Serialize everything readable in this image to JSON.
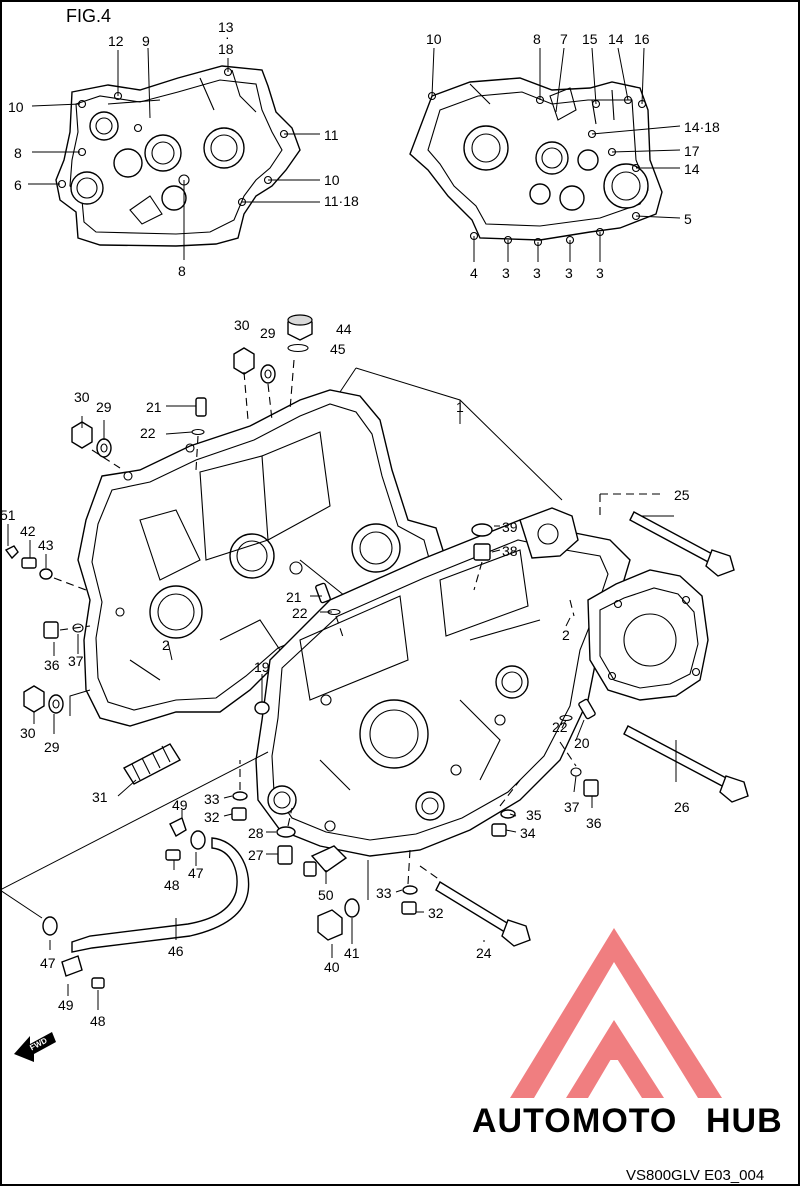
{
  "figure": {
    "label": "FIG.4",
    "code": "VS800GLV E03_004",
    "fwd_label": "FWD"
  },
  "watermark": {
    "part1": "AUTO",
    "part2": "MOTO",
    "part3": "HUB"
  },
  "callouts": {
    "c1": "1",
    "c2a": "2",
    "c2b": "2",
    "c3a": "3",
    "c3b": "3",
    "c3c": "3",
    "c3d": "3",
    "c4": "4",
    "c5": "5",
    "c6": "6",
    "c7": "7",
    "c8a": "8",
    "c8b": "8",
    "c8c": "8",
    "c9": "9",
    "c10a": "10",
    "c10b": "10",
    "c10c": "10",
    "c11a": "11",
    "c11b": "11·18",
    "c12": "12",
    "c13": "13",
    "c13b": "·",
    "c18": "18",
    "c14a": "14",
    "c14b": "14·18",
    "c14c": "14",
    "c15": "15",
    "c16": "16",
    "c17": "17",
    "c19": "19",
    "c20": "20",
    "c21a": "21",
    "c21b": "21",
    "c22a": "22",
    "c22b": "22",
    "c22c": "22",
    "c24": "24",
    "c25": "25",
    "c26": "26",
    "c27": "27",
    "c28": "28",
    "c29a": "29",
    "c29b": "29",
    "c29c": "29",
    "c30a": "30",
    "c30b": "30",
    "c30c": "30",
    "c31": "31",
    "c32a": "32",
    "c32b": "32",
    "c33a": "33",
    "c33b": "33",
    "c34": "34",
    "c35": "35",
    "c36a": "36",
    "c36b": "36",
    "c37a": "37",
    "c37b": "37",
    "c38": "38",
    "c39": "39",
    "c40": "40",
    "c41": "41",
    "c42": "42",
    "c43": "43",
    "c44": "44",
    "c45": "45",
    "c46": "46",
    "c47a": "47",
    "c47b": "47",
    "c48a": "48",
    "c48b": "48",
    "c49a": "49",
    "c49b": "49",
    "c50": "50",
    "c51": "51"
  },
  "colors": {
    "watermark_red": "#f07e80",
    "watermark_orange": "#f7b24a",
    "watermark_gray": "#7b7b7b"
  }
}
